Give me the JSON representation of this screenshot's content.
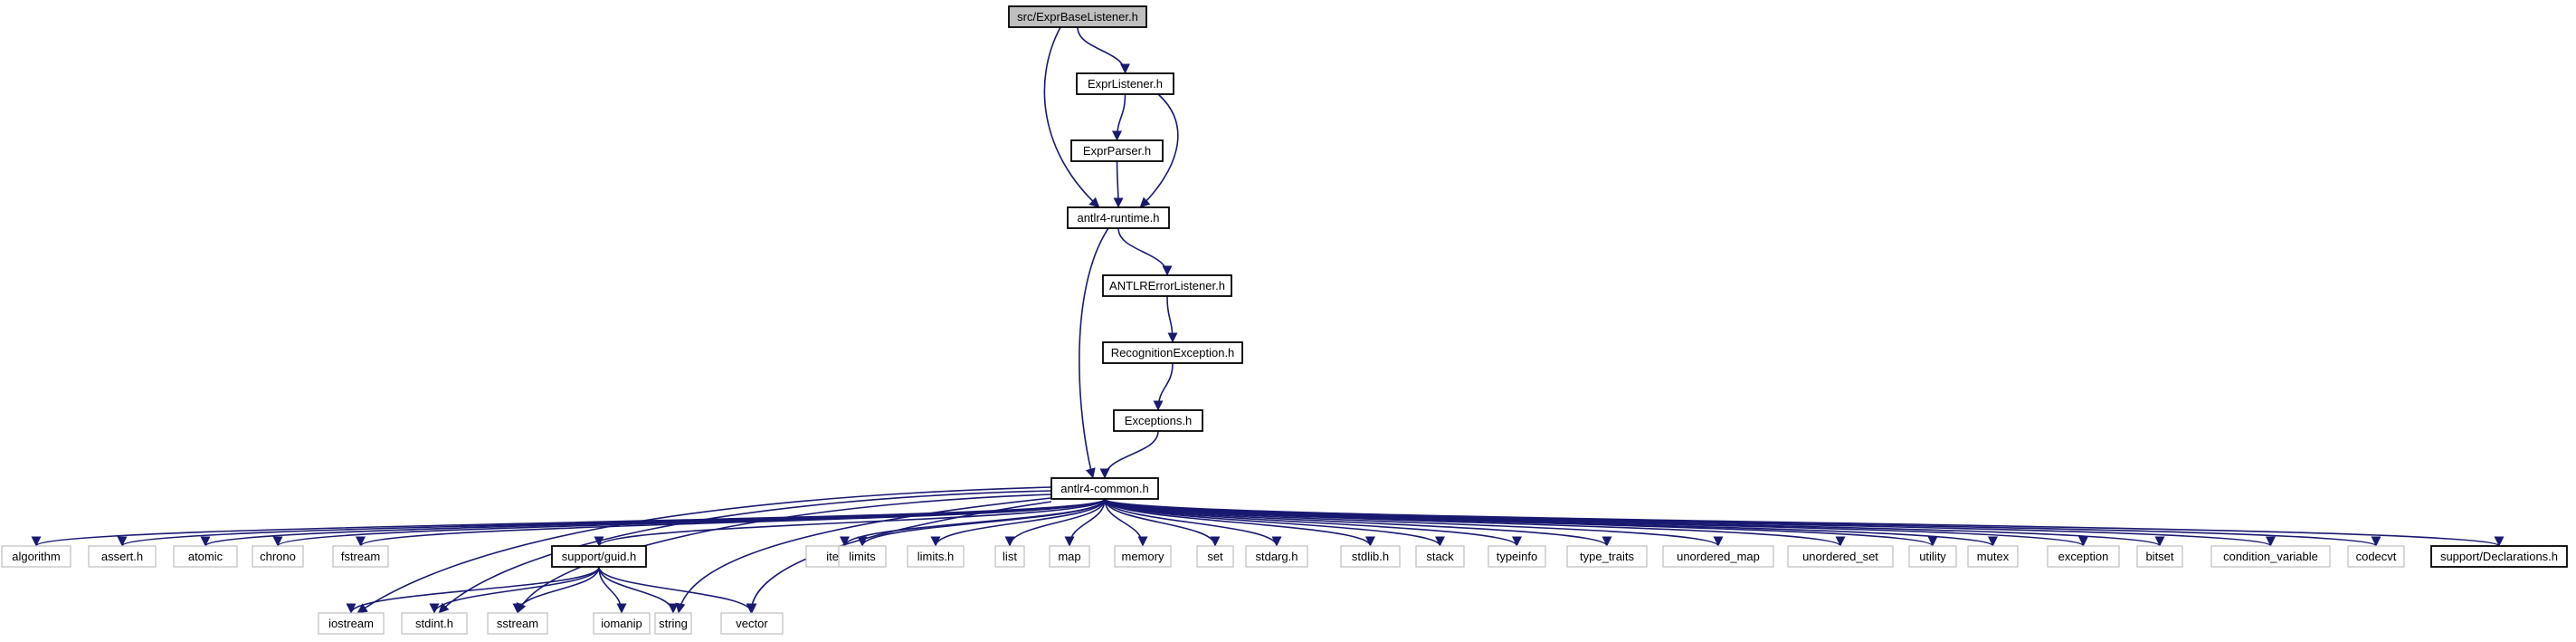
{
  "colors": {
    "edge": "#191970",
    "root_fill": "#bfbfbf",
    "documented_border": "#000000",
    "external_border": "#bfbfbf"
  },
  "nodes": [
    {
      "id": "n0",
      "label": "src/ExprBaseListener.h",
      "kind": "root"
    },
    {
      "id": "n1",
      "label": "ExprListener.h",
      "kind": "doc"
    },
    {
      "id": "n2",
      "label": "ExprParser.h",
      "kind": "doc"
    },
    {
      "id": "n3",
      "label": "antlr4-runtime.h",
      "kind": "doc"
    },
    {
      "id": "n4",
      "label": "ANTLRErrorListener.h",
      "kind": "doc"
    },
    {
      "id": "n5",
      "label": "RecognitionException.h",
      "kind": "doc"
    },
    {
      "id": "n6",
      "label": "Exceptions.h",
      "kind": "doc"
    },
    {
      "id": "n7",
      "label": "antlr4-common.h",
      "kind": "doc"
    },
    {
      "id": "n8",
      "label": "algorithm",
      "kind": "leaf"
    },
    {
      "id": "n9",
      "label": "assert.h",
      "kind": "leaf"
    },
    {
      "id": "n10",
      "label": "atomic",
      "kind": "leaf"
    },
    {
      "id": "n11",
      "label": "chrono",
      "kind": "leaf"
    },
    {
      "id": "n12",
      "label": "fstream",
      "kind": "leaf"
    },
    {
      "id": "n13",
      "label": "support/guid.h",
      "kind": "doc"
    },
    {
      "id": "n14",
      "label": "iterator",
      "kind": "leaf"
    },
    {
      "id": "n15",
      "label": "limits",
      "kind": "leaf"
    },
    {
      "id": "n16",
      "label": "limits.h",
      "kind": "leaf"
    },
    {
      "id": "n17",
      "label": "list",
      "kind": "leaf"
    },
    {
      "id": "n18",
      "label": "map",
      "kind": "leaf"
    },
    {
      "id": "n19",
      "label": "memory",
      "kind": "leaf"
    },
    {
      "id": "n20",
      "label": "set",
      "kind": "leaf"
    },
    {
      "id": "n21",
      "label": "stdarg.h",
      "kind": "leaf"
    },
    {
      "id": "n22",
      "label": "stdlib.h",
      "kind": "leaf"
    },
    {
      "id": "n23",
      "label": "stack",
      "kind": "leaf"
    },
    {
      "id": "n24",
      "label": "typeinfo",
      "kind": "leaf"
    },
    {
      "id": "n25",
      "label": "type_traits",
      "kind": "leaf"
    },
    {
      "id": "n26",
      "label": "unordered_map",
      "kind": "leaf"
    },
    {
      "id": "n27",
      "label": "unordered_set",
      "kind": "leaf"
    },
    {
      "id": "n28",
      "label": "utility",
      "kind": "leaf"
    },
    {
      "id": "n29",
      "label": "mutex",
      "kind": "leaf"
    },
    {
      "id": "n30",
      "label": "exception",
      "kind": "leaf"
    },
    {
      "id": "n31",
      "label": "bitset",
      "kind": "leaf"
    },
    {
      "id": "n32",
      "label": "condition_variable",
      "kind": "leaf"
    },
    {
      "id": "n33",
      "label": "codecvt",
      "kind": "leaf"
    },
    {
      "id": "n34",
      "label": "support/Declarations.h",
      "kind": "doc"
    },
    {
      "id": "n35",
      "label": "iostream",
      "kind": "leaf"
    },
    {
      "id": "n36",
      "label": "stdint.h",
      "kind": "leaf"
    },
    {
      "id": "n37",
      "label": "sstream",
      "kind": "leaf"
    },
    {
      "id": "n38",
      "label": "iomanip",
      "kind": "leaf"
    },
    {
      "id": "n39",
      "label": "string",
      "kind": "leaf"
    },
    {
      "id": "n40",
      "label": "vector",
      "kind": "leaf"
    }
  ],
  "edges": [
    [
      "n0",
      "n1"
    ],
    [
      "n0",
      "n3"
    ],
    [
      "n1",
      "n2"
    ],
    [
      "n1",
      "n3"
    ],
    [
      "n2",
      "n3"
    ],
    [
      "n3",
      "n4"
    ],
    [
      "n3",
      "n7"
    ],
    [
      "n4",
      "n5"
    ],
    [
      "n5",
      "n6"
    ],
    [
      "n6",
      "n7"
    ],
    [
      "n7",
      "n8"
    ],
    [
      "n7",
      "n9"
    ],
    [
      "n7",
      "n10"
    ],
    [
      "n7",
      "n11"
    ],
    [
      "n7",
      "n12"
    ],
    [
      "n7",
      "n13"
    ],
    [
      "n7",
      "n14"
    ],
    [
      "n7",
      "n15"
    ],
    [
      "n7",
      "n16"
    ],
    [
      "n7",
      "n17"
    ],
    [
      "n7",
      "n18"
    ],
    [
      "n7",
      "n19"
    ],
    [
      "n7",
      "n20"
    ],
    [
      "n7",
      "n21"
    ],
    [
      "n7",
      "n22"
    ],
    [
      "n7",
      "n23"
    ],
    [
      "n7",
      "n24"
    ],
    [
      "n7",
      "n25"
    ],
    [
      "n7",
      "n26"
    ],
    [
      "n7",
      "n27"
    ],
    [
      "n7",
      "n28"
    ],
    [
      "n7",
      "n29"
    ],
    [
      "n7",
      "n30"
    ],
    [
      "n7",
      "n31"
    ],
    [
      "n7",
      "n32"
    ],
    [
      "n7",
      "n33"
    ],
    [
      "n7",
      "n34"
    ],
    [
      "n7",
      "n35"
    ],
    [
      "n7",
      "n36"
    ],
    [
      "n7",
      "n37"
    ],
    [
      "n7",
      "n39"
    ],
    [
      "n7",
      "n40"
    ],
    [
      "n13",
      "n35"
    ],
    [
      "n13",
      "n36"
    ],
    [
      "n13",
      "n37"
    ],
    [
      "n13",
      "n38"
    ],
    [
      "n13",
      "n39"
    ],
    [
      "n13",
      "n40"
    ]
  ]
}
